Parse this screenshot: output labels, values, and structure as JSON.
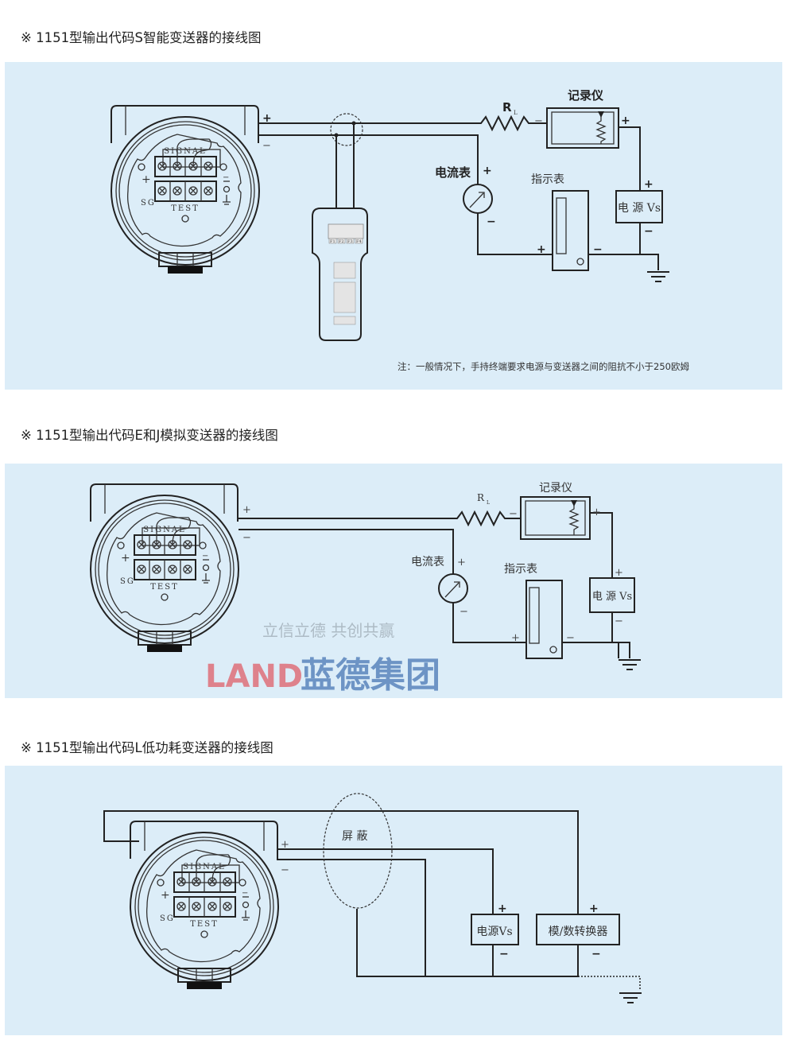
{
  "sections": [
    {
      "title": "※ 1151型输出代码S智能变送器的接线图",
      "labels": {
        "plus": "+",
        "minus": "−",
        "rl": "R",
        "rl_sub": "L",
        "recorder": "记录仪",
        "ammeter": "电流表",
        "indicator": "指示表",
        "power": "电 源 Vs"
      },
      "note": "注：一般情况下，手持终端要求电源与变送器之间的阻抗不小于250欧姆",
      "handheld_keys": [
        "F1",
        "F2",
        "F3",
        "F4"
      ]
    },
    {
      "title": "※ 1151型输出代码E和J模拟变送器的接线图",
      "labels": {
        "plus": "+",
        "minus": "−",
        "rl": "R",
        "rl_sub": "L",
        "recorder": "记录仪",
        "ammeter": "电流表",
        "indicator": "指示表",
        "power": "电 源 Vs"
      },
      "watermark": {
        "logo": "LAND",
        "brand": "蓝德集团",
        "slogan": "立信立德 共创共赢"
      }
    },
    {
      "title": "※ 1151型输出代码L低功耗变送器的接线图",
      "labels": {
        "plus": "+",
        "minus": "−",
        "shield": "屏 蔽",
        "power": "电源Vs",
        "adc": "模/数转换器"
      }
    }
  ],
  "transmitter": {
    "signal": "SIGNAL",
    "test": "TEST",
    "sg": "SG",
    "plus": "+",
    "minus": "−"
  },
  "colors": {
    "panel_bg": "#dcedf8",
    "wire": "#222222",
    "watermark_red": "#e0555f",
    "watermark_blue": "#3f6fb0"
  }
}
